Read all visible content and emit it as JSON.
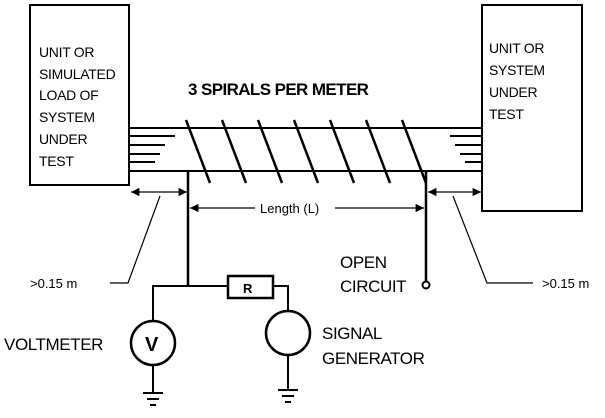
{
  "left_box": {
    "lines": [
      "UNIT OR",
      "SIMULATED",
      "LOAD OF",
      "SYSTEM",
      "UNDER",
      "TEST"
    ]
  },
  "right_box": {
    "lines": [
      "UNIT OR",
      "SYSTEM",
      "UNDER",
      "TEST"
    ]
  },
  "title": "3 SPIRALS PER METER",
  "length_label": "Length (L)",
  "left_distance_label": ">0.15 m",
  "right_distance_label": ">0.15 m",
  "open_circuit": {
    "lines": [
      "OPEN",
      "CIRCUIT"
    ]
  },
  "resistor_label": "R",
  "voltmeter": {
    "label": "VOLTMETER",
    "symbol": "V"
  },
  "signal_generator": {
    "lines": [
      "SIGNAL",
      "GENERATOR"
    ]
  }
}
